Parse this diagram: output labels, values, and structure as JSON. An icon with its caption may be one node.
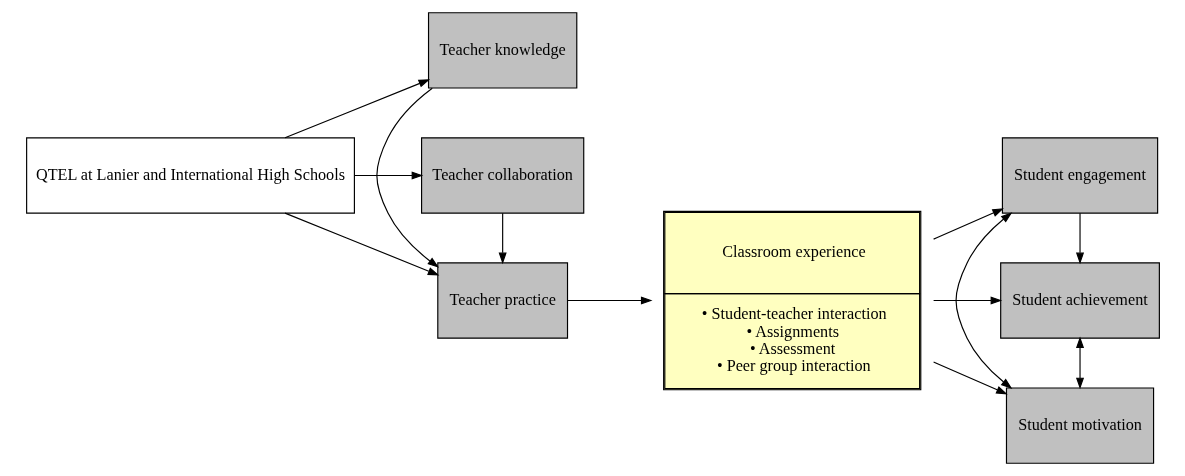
{
  "diagram": {
    "nodes": [
      {
        "text": [
          "QTEL at Lanier and International High Schools"
        ]
      },
      {
        "text": [
          "Teacher knowledge"
        ]
      },
      {
        "text": [
          "Teacher practice"
        ]
      },
      {
        "text": [
          "Teacher collaboration"
        ]
      },
      {
        "text": [
          "Classroom experience",
          "• Student-teacher interaction",
          "• Assignments",
          "• Assessment",
          "• Peer group interaction"
        ]
      },
      {
        "text": [
          "Student engagement"
        ]
      },
      {
        "text": [
          "Student achievement"
        ]
      },
      {
        "text": [
          "Student motivation"
        ]
      }
    ],
    "edges": [
      {
        "from": 0,
        "to": 1,
        "arrow": "to"
      },
      {
        "from": 0,
        "to": 2,
        "arrow": "to"
      },
      {
        "from": 0,
        "to": 3,
        "arrow": "to"
      },
      {
        "from": 1,
        "to": 2,
        "arrow": "to"
      },
      {
        "from": 3,
        "to": 2,
        "arrow": "to"
      },
      {
        "from": 2,
        "to": 4,
        "arrow": "to"
      },
      {
        "from": 4,
        "to": 5,
        "arrow": "to"
      },
      {
        "from": 4,
        "to": 6,
        "arrow": "to"
      },
      {
        "from": 4,
        "to": 7,
        "arrow": "to"
      },
      {
        "from": 5,
        "to": 6,
        "arrow": "to"
      },
      {
        "from": 6,
        "to": 7,
        "arrow": "both"
      },
      {
        "from": 5,
        "to": 7,
        "arrow": "both"
      }
    ]
  }
}
